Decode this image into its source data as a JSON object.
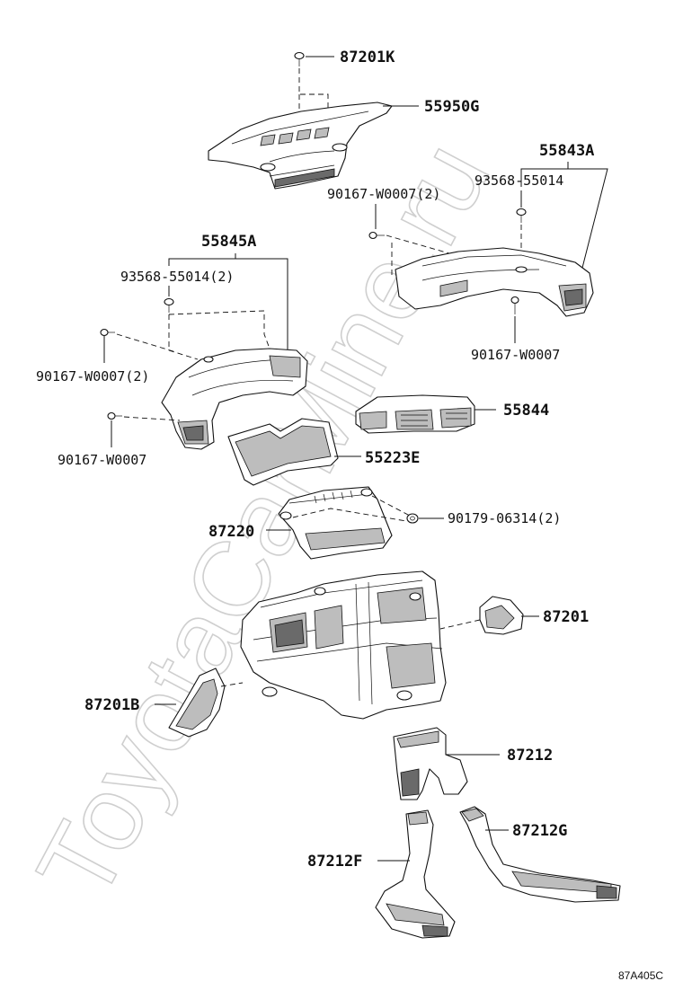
{
  "watermark": "ToyotaCarMine.ru",
  "diagram_code": "87A405C",
  "labels": {
    "p87201K": "87201K",
    "p55950G": "55950G",
    "p55843A": "55843A",
    "p93568_55014": "93568-55014",
    "p90167_W0007_2a": "90167-W0007(2)",
    "p55845A": "55845A",
    "p93568_55014_2": "93568-55014(2)",
    "p90167_W0007_r": "90167-W0007",
    "p90167_W0007_2b": "90167-W0007(2)",
    "p55844": "55844",
    "p90167_W0007_l": "90167-W0007",
    "p55223E": "55223E",
    "p87220": "87220",
    "p90179_06314_2": "90179-06314(2)",
    "p87201": "87201",
    "p87201B": "87201B",
    "p87212": "87212",
    "p87212G": "87212G",
    "p87212F": "87212F"
  }
}
